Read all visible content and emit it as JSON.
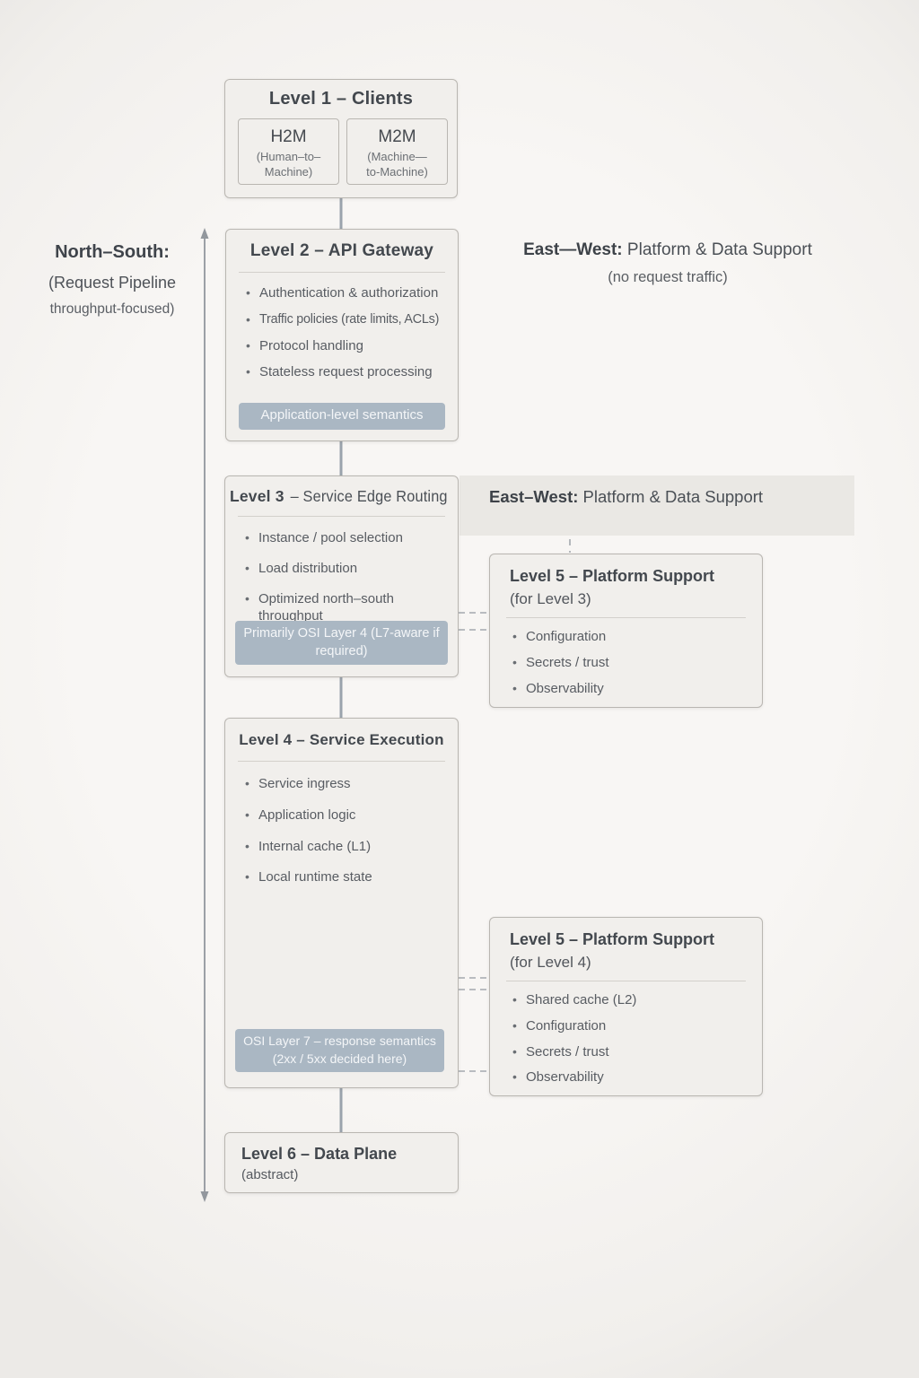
{
  "colors": {
    "box_bg": "#f1efec",
    "box_border": "#b9b6b1",
    "sep_color": "#d3d0cb",
    "band_bg": "#eae8e4",
    "badge_bg": "#aab7c3",
    "badge_text": "#f4f6f8",
    "title_color": "#43484e",
    "body_color": "#585c62",
    "connector": "#9aa3ac",
    "dashed": "#a4a9ae",
    "arrow": "#92979d"
  },
  "north_south": {
    "line1": "North–South:",
    "line2": "(Request Pipeline",
    "line3": "throughput-focused)"
  },
  "east_west_top": {
    "bold": "East—West:",
    "rest": " Platform & Data Support",
    "sub": "(no request traffic)"
  },
  "east_west_band": {
    "bold": "East–West:",
    "rest": " Platform & Data Support"
  },
  "levels": {
    "l1": {
      "title": "Level 1 – Clients",
      "clients": [
        {
          "name": "H2M",
          "desc1": "(Human–to–",
          "desc2": "Machine)"
        },
        {
          "name": "M2M",
          "desc1": "(Machine—",
          "desc2": "to-Machine)"
        }
      ]
    },
    "l2": {
      "title": "Level 2 – API Gateway",
      "bullets": [
        "Authentication & authorization",
        "Traffic policies (rate limits, ACLs)",
        "Protocol handling",
        "Stateless request processing"
      ],
      "badge": "Application-level semantics"
    },
    "l3": {
      "title_prefix": "Level 3",
      "title_rest": " – Service Edge Routing",
      "bullets": [
        "Instance / pool selection",
        "Load distribution",
        "Optimized north–south throughput"
      ],
      "badge": "Primarily OSI Layer 4 (L7-aware if required)"
    },
    "l4": {
      "title": "Level 4 – Service Execution",
      "bullets": [
        "Service ingress",
        "Application logic",
        "Internal cache (L1)",
        "Local runtime state"
      ],
      "badge": "OSI Layer 7 – response semantics (2xx / 5xx decided here)"
    },
    "l5a": {
      "title": "Level 5 – Platform Support",
      "subtitle": "(for Level 3)",
      "bullets": [
        "Configuration",
        "Secrets / trust",
        "Observability"
      ]
    },
    "l5b": {
      "title": "Level 5 – Platform Support",
      "subtitle": "(for Level 4)",
      "bullets": [
        "Shared cache (L2)",
        "Configuration",
        "Secrets / trust",
        "Observability"
      ]
    },
    "l6": {
      "title": "Level 6 – Data Plane",
      "subtitle": "(abstract)"
    }
  }
}
